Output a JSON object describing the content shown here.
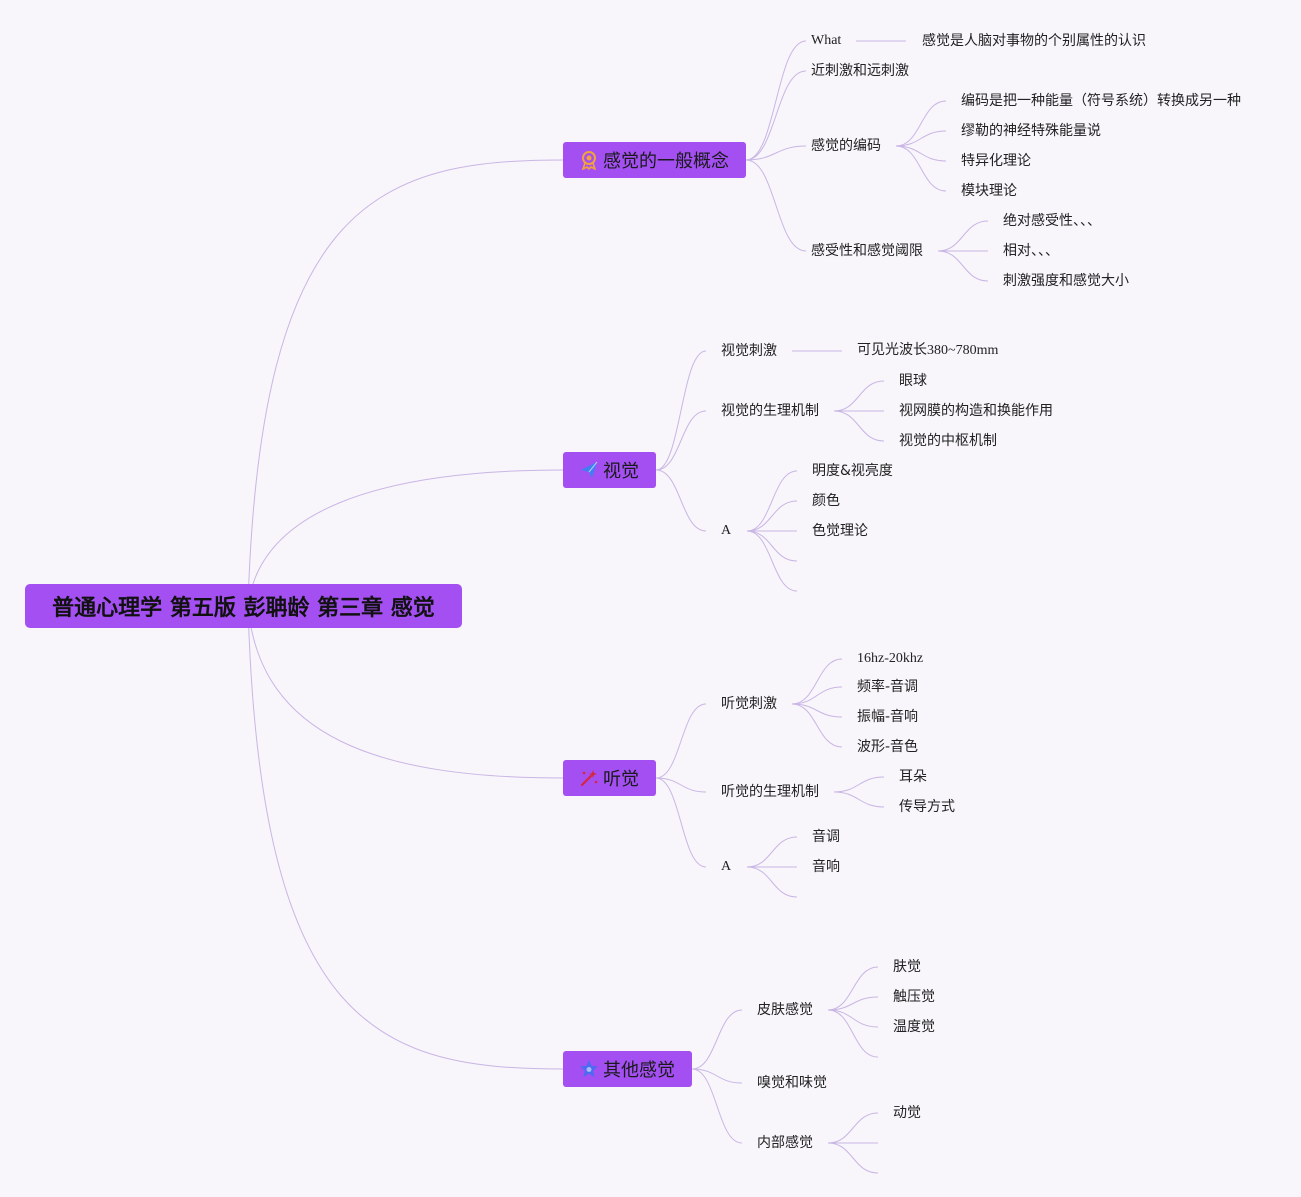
{
  "root": {
    "title": "普通心理学 第五版 彭聃龄 第三章 感觉"
  },
  "branches": [
    {
      "label": "感觉的一般概念",
      "icon": "award-medal-icon",
      "children": [
        {
          "label": "What",
          "children": [
            {
              "label": "感觉是人脑对事物的个别属性的认识"
            }
          ]
        },
        {
          "label": "近刺激和远刺激"
        },
        {
          "label": "感觉的编码",
          "children": [
            {
              "label": "编码是把一种能量（符号系统）转换成另一种"
            },
            {
              "label": "缪勒的神经特殊能量说"
            },
            {
              "label": "特异化理论"
            },
            {
              "label": "模块理论"
            }
          ]
        },
        {
          "label": "感受性和感觉阈限",
          "children": [
            {
              "label": "绝对感受性、、、"
            },
            {
              "label": "相对、、、"
            },
            {
              "label": "刺激强度和感觉大小"
            }
          ]
        }
      ]
    },
    {
      "label": "视觉",
      "icon": "paper-plane-icon",
      "children": [
        {
          "label": "视觉刺激",
          "children": [
            {
              "label": "可见光波长380~780mm"
            }
          ]
        },
        {
          "label": "视觉的生理机制",
          "children": [
            {
              "label": "眼球"
            },
            {
              "label": "视网膜的构造和换能作用"
            },
            {
              "label": "视觉的中枢机制"
            }
          ]
        },
        {
          "label": "A",
          "children": [
            {
              "label": "明度&视亮度"
            },
            {
              "label": "颜色"
            },
            {
              "label": "色觉理论"
            },
            {
              "label": ""
            },
            {
              "label": ""
            }
          ]
        }
      ]
    },
    {
      "label": "听觉",
      "icon": "magic-wand-icon",
      "children": [
        {
          "label": "听觉刺激",
          "children": [
            {
              "label": "16hz-20khz"
            },
            {
              "label": "频率-音调"
            },
            {
              "label": "振幅-音响"
            },
            {
              "label": "波形-音色"
            }
          ]
        },
        {
          "label": "听觉的生理机制",
          "children": [
            {
              "label": "耳朵"
            },
            {
              "label": "传导方式"
            }
          ]
        },
        {
          "label": "A",
          "children": [
            {
              "label": "音调"
            },
            {
              "label": "音响"
            },
            {
              "label": ""
            }
          ]
        }
      ]
    },
    {
      "label": "其他感觉",
      "icon": "star-badge-icon",
      "children": [
        {
          "label": "皮肤感觉",
          "children": [
            {
              "label": "肤觉"
            },
            {
              "label": "触压觉"
            },
            {
              "label": "温度觉"
            },
            {
              "label": ""
            }
          ]
        },
        {
          "label": "嗅觉和味觉"
        },
        {
          "label": "内部感觉",
          "children": [
            {
              "label": "动觉"
            },
            {
              "label": ""
            },
            {
              "label": ""
            }
          ]
        }
      ]
    }
  ],
  "colors": {
    "background": "#f8f5fb",
    "node_fill": "#a34ff2",
    "connector": "#c9b6e4"
  }
}
